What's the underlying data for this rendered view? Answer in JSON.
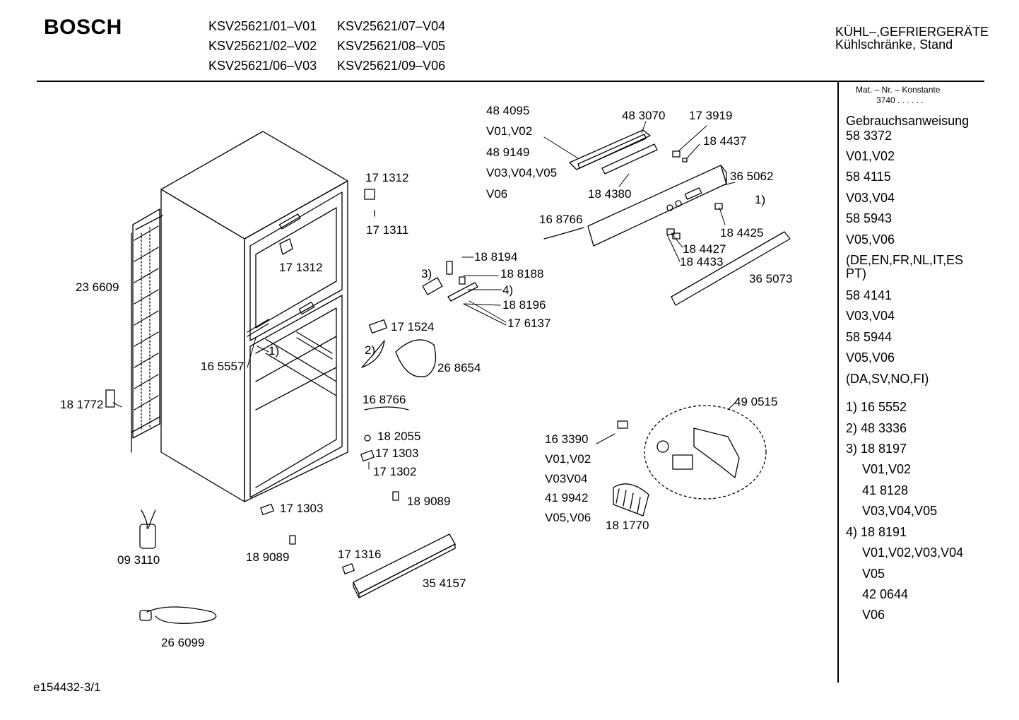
{
  "header": {
    "brand": "BOSCH",
    "models": [
      "KSV25621/01–V01",
      "KSV25621/02–V02",
      "KSV25621/06–V03",
      "KSV25621/07–V04",
      "KSV25621/08–V05",
      "KSV25621/09–V06"
    ],
    "category": "KÜHL–,GEFRIERGERÄTE",
    "subcategory": "Kühlschränke, Stand"
  },
  "sidebar": {
    "mat_label": "Mat. – Nr. – Konstante",
    "mat_value": "3740 . . . . . .",
    "items": [
      "Gebrauchsanweisung",
      "58 3372",
      "V01,V02",
      "58 4115",
      "V03,V04",
      "58 5943",
      "V05,V06",
      "(DE,EN,FR,NL,IT,ES",
      "PT)",
      "58 4141",
      "V03,V04",
      "58 5944",
      "V05,V06",
      "(DA,SV,NO,FI)",
      "1) 16 5552",
      "2) 48 3336",
      "3) 18 8197",
      "V01,V02",
      "41 8128",
      "V03,V04,V05",
      "4) 18 8191",
      "V01,V02,V03,V04",
      "V05",
      "42 0644",
      "V06"
    ]
  },
  "labels": [
    "48 4095",
    "V01,V02",
    "48 9149",
    "V03,V04,V05",
    "V06",
    "48 3070",
    "17 3919",
    "18 4437",
    "36 5062",
    "18 4380",
    "1)",
    "16 8766",
    "18 4425",
    "18 4427",
    "18 4433",
    "36 5073",
    "17 1312",
    "17 1311",
    "17 1312",
    "23 6609",
    "18 8194",
    "3)",
    "18 8188",
    "4)",
    "18 8196",
    "17 6137",
    "17 1524",
    "1)",
    "16 5557",
    "2)",
    "26 8654",
    "18 1772",
    "16 8766",
    "18 2055",
    "17 1303",
    "17 1302",
    "49 0515",
    "16 3390",
    "V01,V02",
    "V03V04",
    "41 9942",
    "V05,V06",
    "18 1770",
    "18 9089",
    "17 1303",
    "18 9089",
    "09 3110",
    "17 1316",
    "35 4157",
    "26 6099"
  ],
  "footer": {
    "code": "e154432-3/1"
  }
}
